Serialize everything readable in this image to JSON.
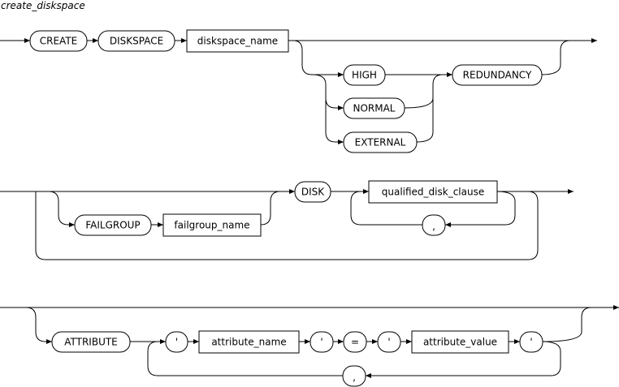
{
  "diagram": {
    "title": "create_diskspace",
    "row1": {
      "create": "CREATE",
      "diskspace": "DISKSPACE",
      "diskspace_name": "diskspace_name",
      "high": "HIGH",
      "normal": "NORMAL",
      "external": "EXTERNAL",
      "redundancy": "REDUNDANCY"
    },
    "row2": {
      "failgroup": "FAILGROUP",
      "failgroup_name": "failgroup_name",
      "disk": "DISK",
      "qualified_disk_clause": "qualified_disk_clause",
      "comma": ","
    },
    "row3": {
      "attribute": "ATTRIBUTE",
      "quote_open": "'",
      "attribute_name": "attribute_name",
      "quote_mid1": "'",
      "equals": "=",
      "quote_mid2": "'",
      "attribute_value": "attribute_value",
      "quote_close": "'",
      "comma": ","
    }
  }
}
